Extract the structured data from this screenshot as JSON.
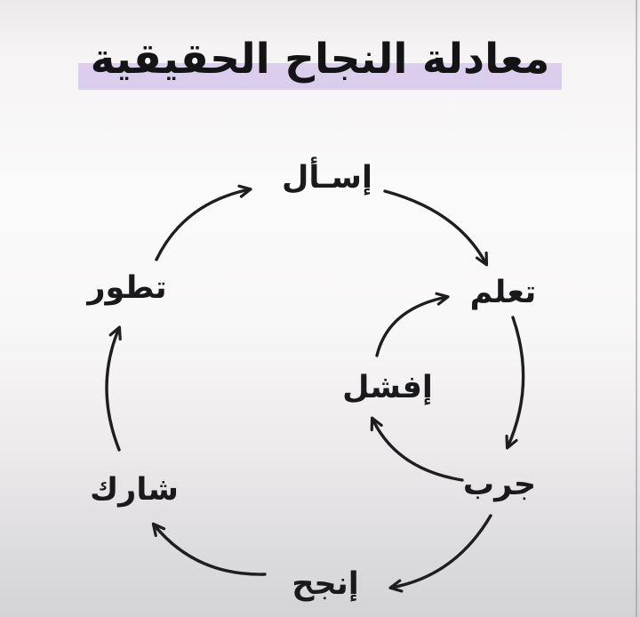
{
  "title": "معادلة النجاح الحقيقية",
  "colors": {
    "title_highlight": "#dccfee",
    "text": "#1a1a1c",
    "arrow": "#1e1e20",
    "background_top": "#ebe9ea",
    "background_middle": "#fbfafa",
    "background_bottom": "#d4d3d6"
  },
  "diagram": {
    "nodes": [
      {
        "id": "ask",
        "label": "إسـأل"
      },
      {
        "id": "learn",
        "label": "تعلم"
      },
      {
        "id": "fail",
        "label": "إفشل"
      },
      {
        "id": "try",
        "label": "جرب"
      },
      {
        "id": "succeed",
        "label": "إنجح"
      },
      {
        "id": "share",
        "label": "شارك"
      },
      {
        "id": "evolve",
        "label": "تطور"
      }
    ],
    "edges": [
      {
        "from": "ask",
        "to": "learn"
      },
      {
        "from": "learn",
        "to": "try"
      },
      {
        "from": "try",
        "to": "succeed"
      },
      {
        "from": "succeed",
        "to": "share"
      },
      {
        "from": "share",
        "to": "evolve"
      },
      {
        "from": "evolve",
        "to": "ask"
      },
      {
        "from": "try",
        "to": "fail"
      },
      {
        "from": "fail",
        "to": "learn"
      }
    ]
  }
}
